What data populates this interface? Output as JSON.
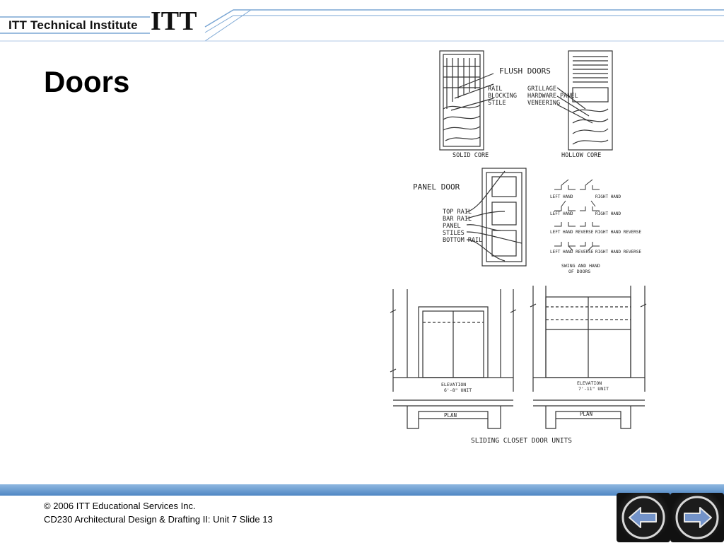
{
  "header": {
    "brand_text": "ITT Technical Institute",
    "logo_text": "ITT"
  },
  "slide": {
    "title": "Doors"
  },
  "drawing": {
    "labels": {
      "flush_doors": "FLUSH DOORS",
      "rail": "RAIL",
      "blocking": "BLOCKING",
      "stile": "STILE",
      "grillage": "GRILLAGE",
      "hardware_panel": "HARDWARE PANEL",
      "veneering": "VENEERING",
      "solid_core": "SOLID CORE",
      "hollow_core": "HOLLOW CORE",
      "panel_door": "PANEL DOOR",
      "top_rail": "TOP RAIL",
      "bar_rail": "BAR RAIL",
      "panel": "PANEL",
      "stiles": "STILES",
      "bottom_rail": "BOTTOM RAIL",
      "left_hand": "LEFT HAND",
      "right_hand": "RIGHT HAND",
      "left_hand_reverse": "LEFT HAND REVERSE",
      "right_hand_reverse": "RIGHT HAND REVERSE",
      "swing_line1": "SWING AND HAND",
      "swing_line2": "OF DOORS",
      "elev_left_1": "ELEVATION",
      "elev_left_2": "6'-8\" UNIT",
      "elev_right_1": "ELEVATION",
      "elev_right_2": "7'-11\" UNIT",
      "plan_left": "PLAN",
      "plan_right": "PLAN",
      "sliding_closet": "SLIDING CLOSET DOOR UNITS"
    }
  },
  "footer": {
    "copyright": "© 2006 ITT Educational Services Inc.",
    "course": "CD230 Architectural Design & Drafting II: Unit 7 Slide 13"
  },
  "colors": {
    "footer_bar": "#5b8fca",
    "header_line": "#6fa0d3",
    "nav_arrow": "#6f8fc8"
  },
  "icons": {
    "prev": "arrow-left-icon",
    "next": "arrow-right-icon"
  }
}
